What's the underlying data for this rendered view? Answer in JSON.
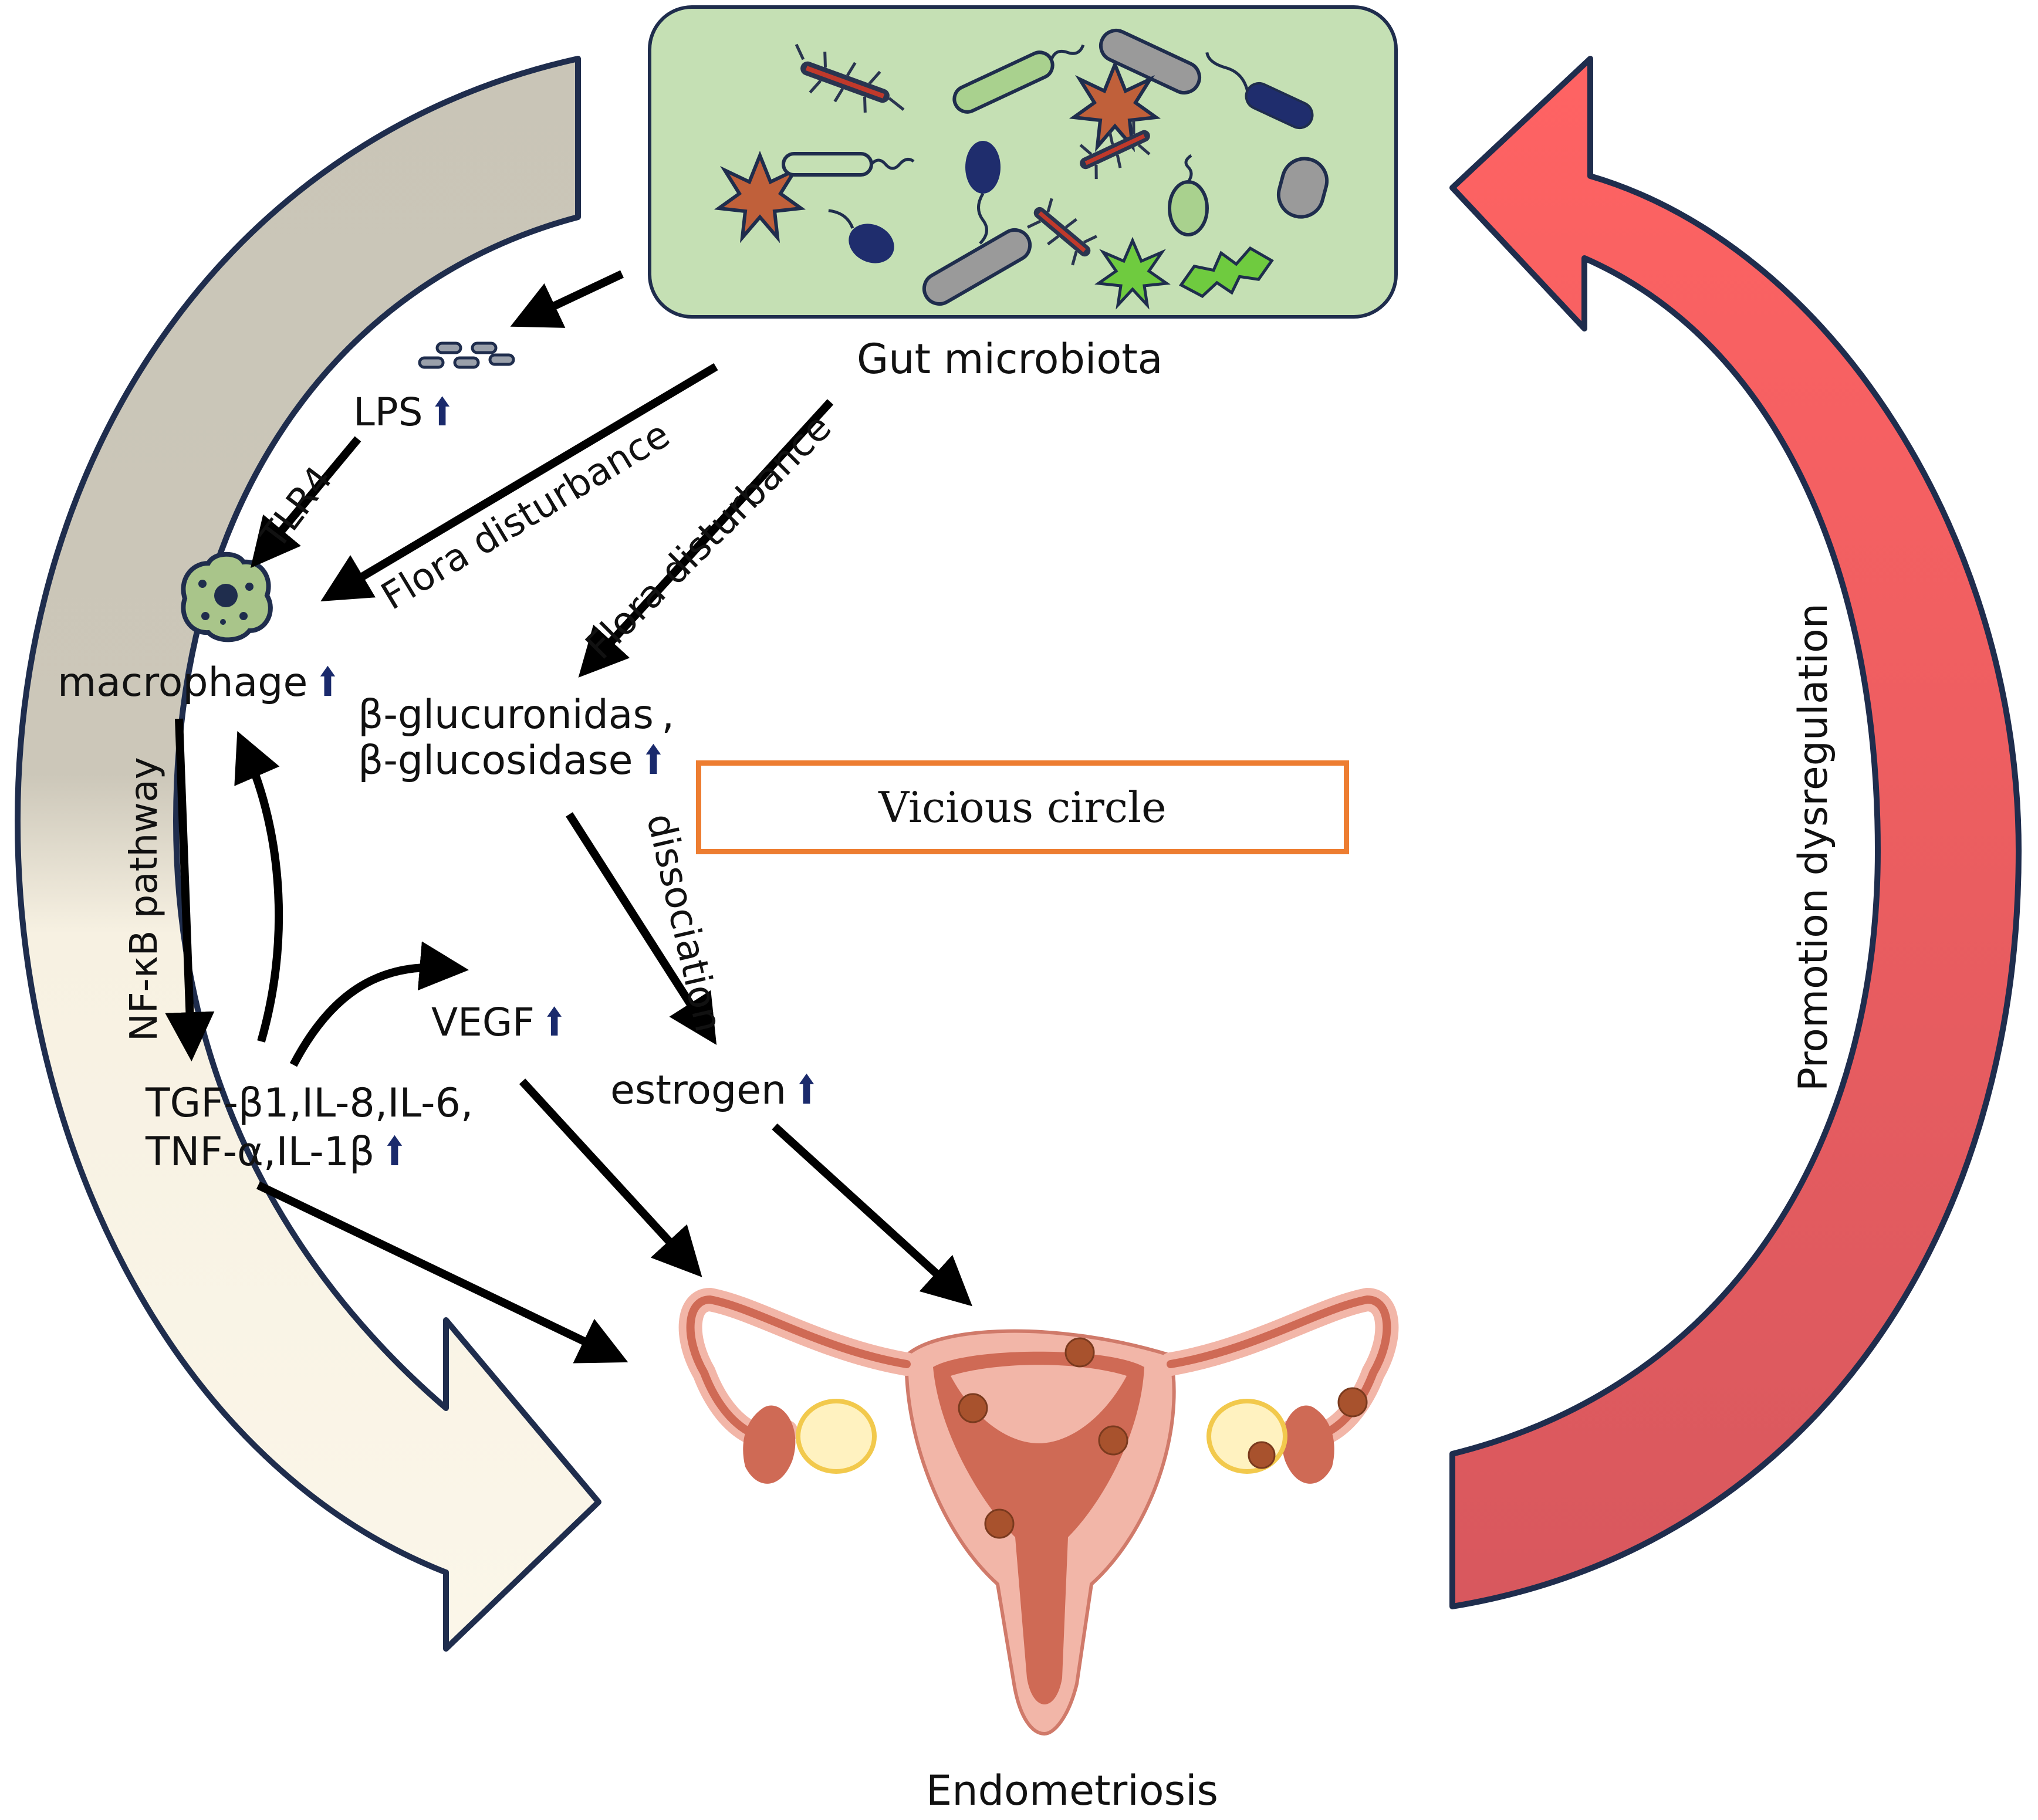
{
  "labels": {
    "gut_microbiota": "Gut microbiota",
    "lps": "LPS",
    "tlr4": "TLR4",
    "flora_disturbance_1": "Flora disturbance",
    "flora_disturbance_2": "Flora disturbance",
    "macrophage": "macrophage",
    "glucuronidase": "β-glucuronidas ,",
    "glucosidase": "β-glucosidase",
    "vicious_circle": "Vicious circle",
    "nfkb": "NF-κB pathway",
    "dissociation": "dissociation",
    "vegf": "VEGF",
    "estrogen": "estrogen",
    "cytokines_1": "TGF-β1,IL-8,IL-6,",
    "cytokines_2": "TNF-α,IL-1β",
    "promotion": "Promotion dysregulation",
    "endometriosis": "Endometriosis",
    "up_arrow": "⬆"
  },
  "colors": {
    "gut_box_fill": "#C5E0B4",
    "gut_box_stroke": "#1F2D4D",
    "left_arrow_top": "#C9C5B7",
    "left_arrow_bottom": "#FBF5E6",
    "right_arrow_top": "#FF6363",
    "right_arrow_bottom": "#D8585E",
    "vicious_border": "#ED7D31",
    "up_arrow": "#1A2A6C",
    "uterus": "#CF6A55",
    "uterus_light": "#F2B6A8"
  },
  "icons": [
    "bacteria-icon",
    "lps-molecule-icon",
    "macrophage-icon",
    "uterus-icon"
  ]
}
